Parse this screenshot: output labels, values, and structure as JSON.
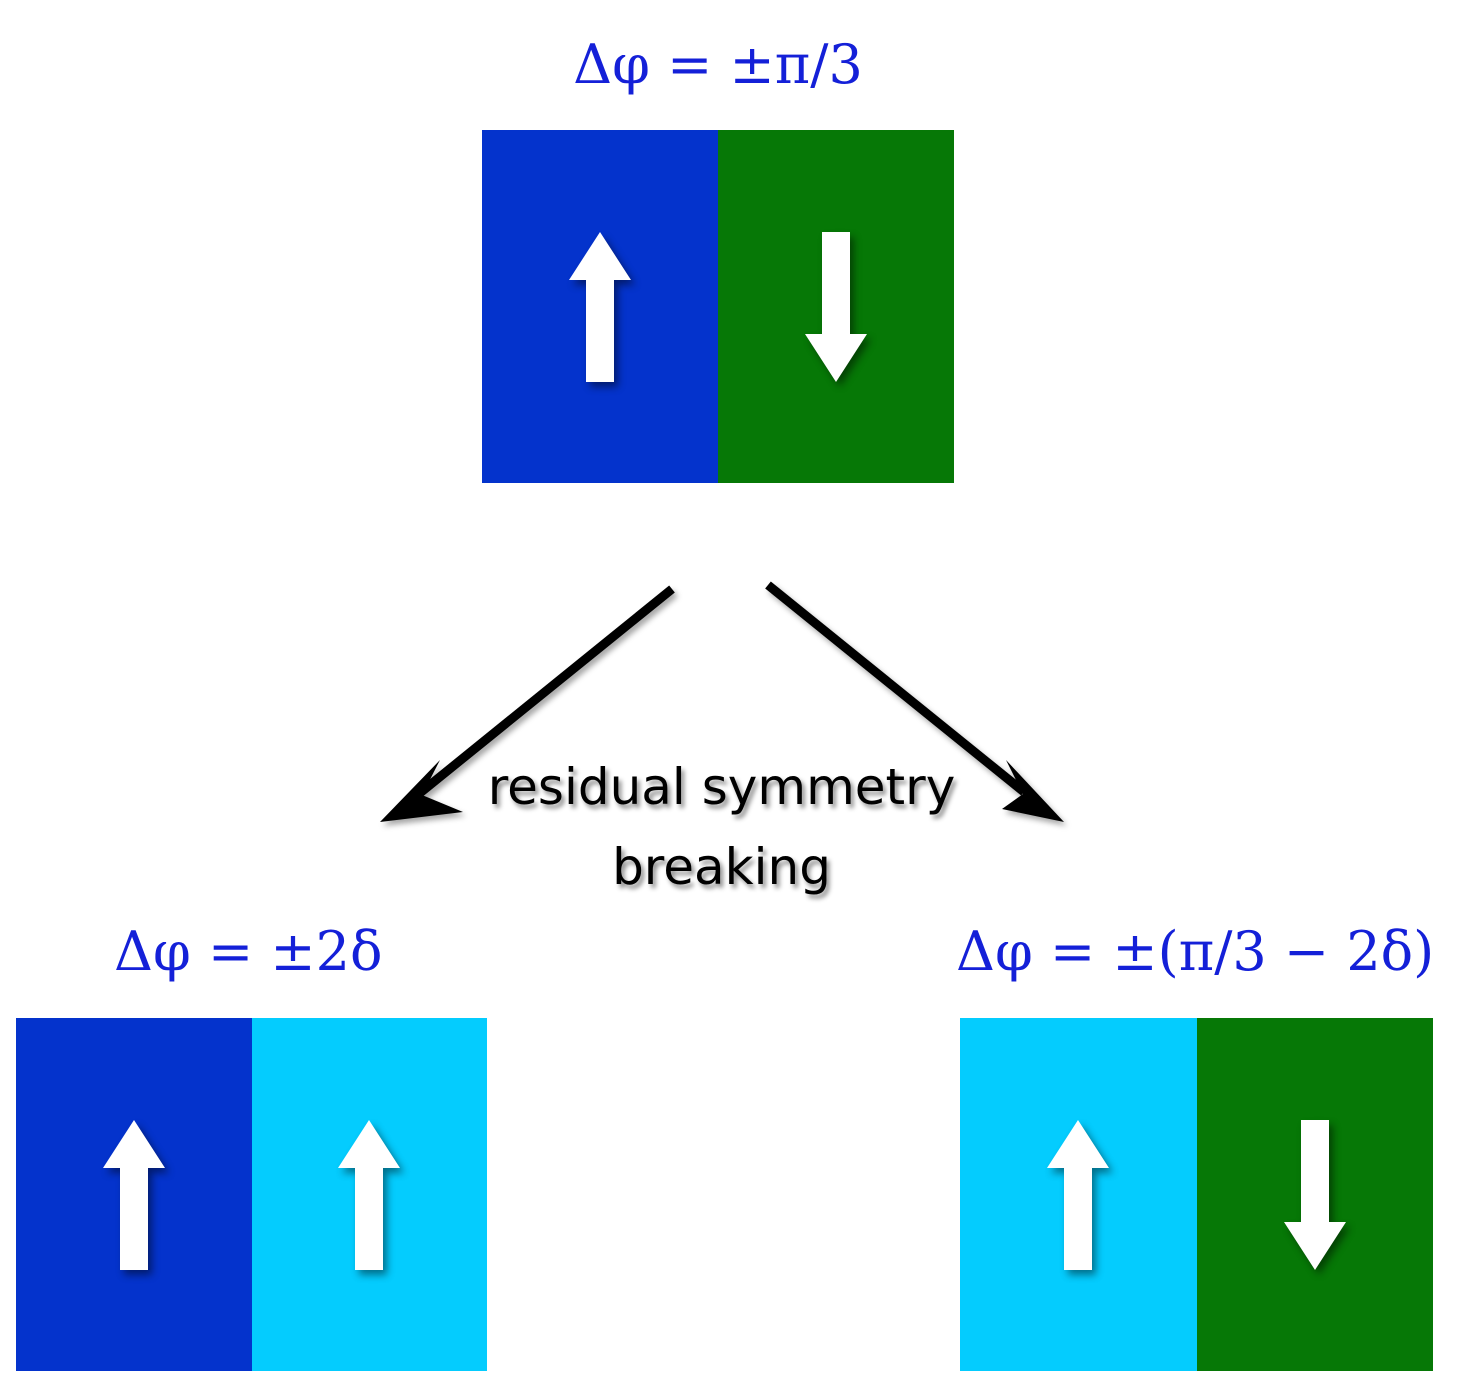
{
  "colors": {
    "dark_blue": "#0433cc",
    "green": "#067806",
    "light_blue": "#04ccfe",
    "label_blue": "#1420d8",
    "arrow": "#ffffff",
    "connector": "#000000"
  },
  "top": {
    "label": "Δφ = ±π/3",
    "left_half": {
      "color": "dark_blue",
      "spin": "up"
    },
    "right_half": {
      "color": "green",
      "spin": "down"
    }
  },
  "caption": {
    "line1": "residual symmetry",
    "line2": "breaking"
  },
  "bottom_left": {
    "label": "Δφ = ±2δ",
    "left_half": {
      "color": "dark_blue",
      "spin": "up"
    },
    "right_half": {
      "color": "light_blue",
      "spin": "up"
    }
  },
  "bottom_right": {
    "label": "Δφ = ±(π/3 − 2δ)",
    "left_half": {
      "color": "light_blue",
      "spin": "up"
    },
    "right_half": {
      "color": "green",
      "spin": "down"
    }
  }
}
